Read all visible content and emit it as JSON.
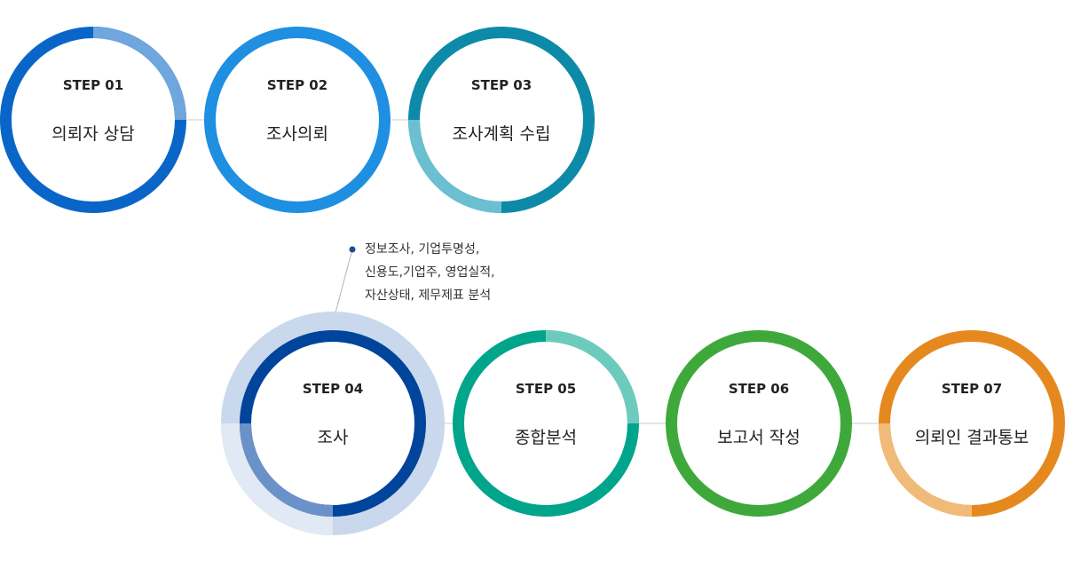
{
  "steps": [
    {
      "label": "STEP 01",
      "title": "의뢰자 상담",
      "color": "#0966c8",
      "light_color": "#6ea6dd"
    },
    {
      "label": "STEP 02",
      "title": "조사의뢰",
      "color": "#1e8fe1",
      "light_color": "#1e8fe1"
    },
    {
      "label": "STEP 03",
      "title": "조사계획 수립",
      "color": "#0d8aa8",
      "light_color": "#6bbfd0"
    },
    {
      "label": "STEP 04",
      "title": "조사",
      "color": "#00449b",
      "light_color": "#6a92c8",
      "halo_color": "#c9d8ec",
      "halo_light_color": "#e1e9f4"
    },
    {
      "label": "STEP 05",
      "title": "종합분석",
      "color": "#00a58c",
      "light_color": "#6ccbbd"
    },
    {
      "label": "STEP 06",
      "title": "보고서 작성",
      "color": "#3ea93a",
      "light_color": "#3ea93a"
    },
    {
      "label": "STEP 07",
      "title": "의뢰인 결과통보",
      "color": "#e5891f",
      "light_color": "#f0ba79"
    }
  ],
  "note": {
    "lines": [
      "정보조사, 기업투명성,",
      "신용도,기업주, 영업실적,",
      "자산상태, 제무제표 분석"
    ],
    "bullet_color": "#1c4c98"
  },
  "connector_color": "#cccccc"
}
